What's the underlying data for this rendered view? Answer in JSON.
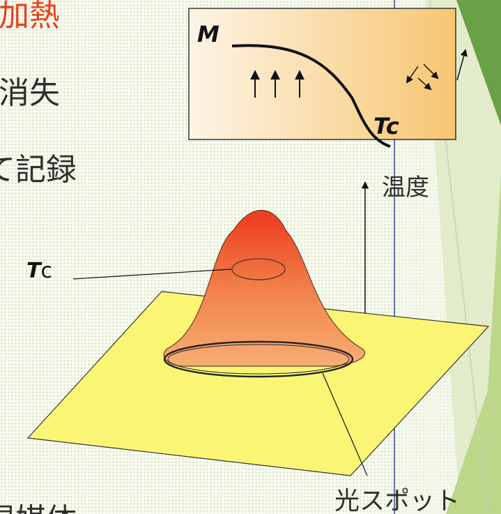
{
  "slide_text": {
    "line1": "加熱",
    "line2": "消失",
    "line3": "て記録",
    "line4": "録媒体"
  },
  "inset": {
    "magnetization_label": "M",
    "curie_label_main": "T",
    "curie_label_sub": "c"
  },
  "diagram": {
    "tc_label_main": "T",
    "tc_label_sub": "c",
    "temperature_label": "温度",
    "light_spot_label": "光スポット"
  },
  "colors": {
    "accent": "#e8401c",
    "plane": "#fbf576",
    "peak_top": "#ee3a1e",
    "peak_bottom": "#f6ae74",
    "sidebar_green": "#bcd68a",
    "divider": "#2c3a8c"
  },
  "icons": [
    "up-arrow-icon",
    "spin-arrow-icon"
  ]
}
